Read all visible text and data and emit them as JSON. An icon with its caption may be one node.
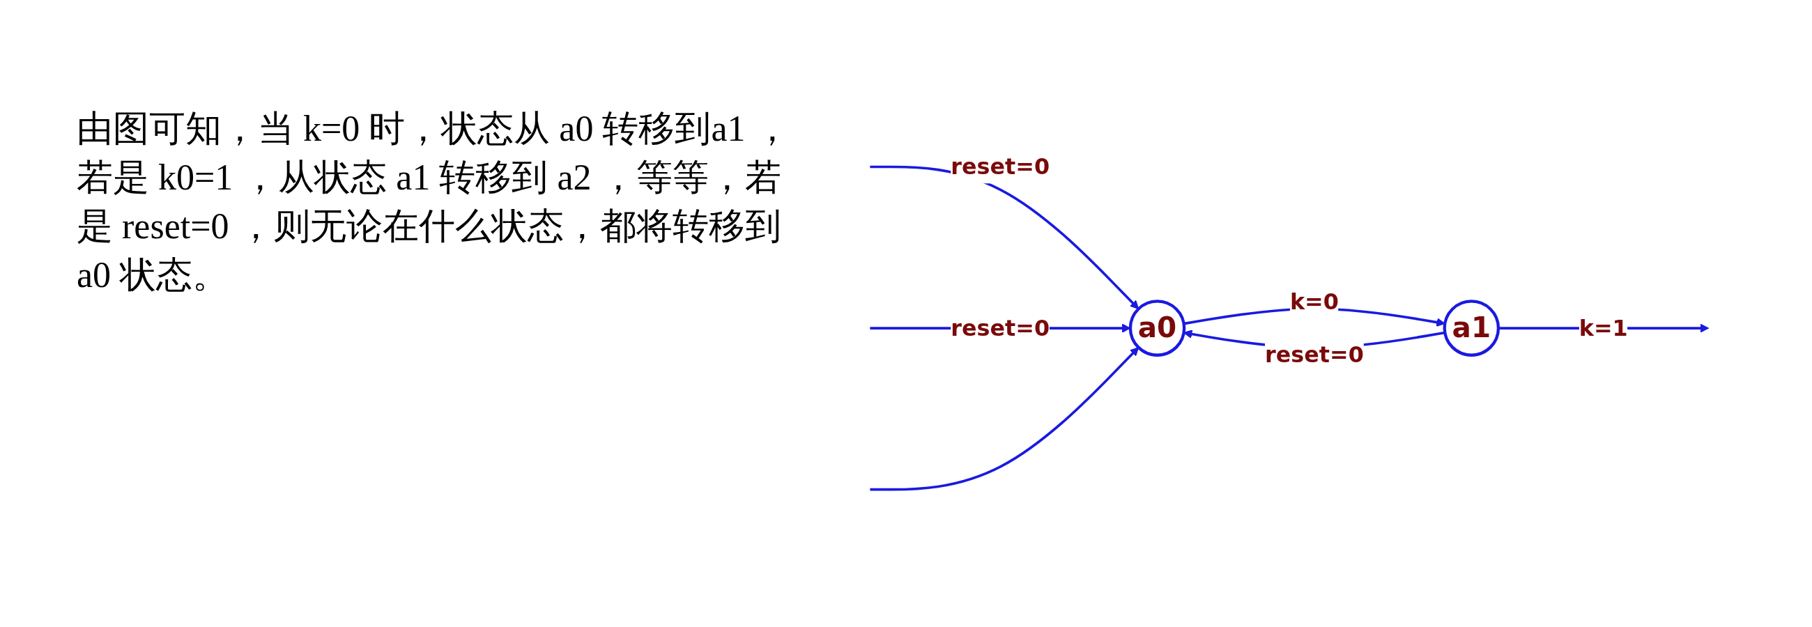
{
  "diagram": {
    "nodes": [
      {
        "text": [
          "a0"
        ]
      },
      {
        "text": [
          "a1"
        ]
      }
    ],
    "edges": [
      {
        "from": 0,
        "to": 1,
        "arrow": "to",
        "label": "k=0"
      },
      {
        "from": 1,
        "to": 0,
        "arrow": "to",
        "label": "reset=0"
      },
      {
        "from": null,
        "to": 0,
        "arrow": "to",
        "label": "reset=0"
      },
      {
        "from": null,
        "to": 0,
        "arrow": "to",
        "label": "reset=0"
      },
      {
        "from": null,
        "to": 0,
        "arrow": "to"
      },
      {
        "from": 1,
        "to": null,
        "arrow": "to",
        "label": "k=1"
      }
    ],
    "labels": [
      "由图可知，当 k=0 时，状态从 a0 转移到a1 ，若是 k0=1 ，从状态 a1 转移到 a2 ，等等，若是 reset=0 ，则无论在什么状态，都将转移到 a0 状态。"
    ]
  }
}
